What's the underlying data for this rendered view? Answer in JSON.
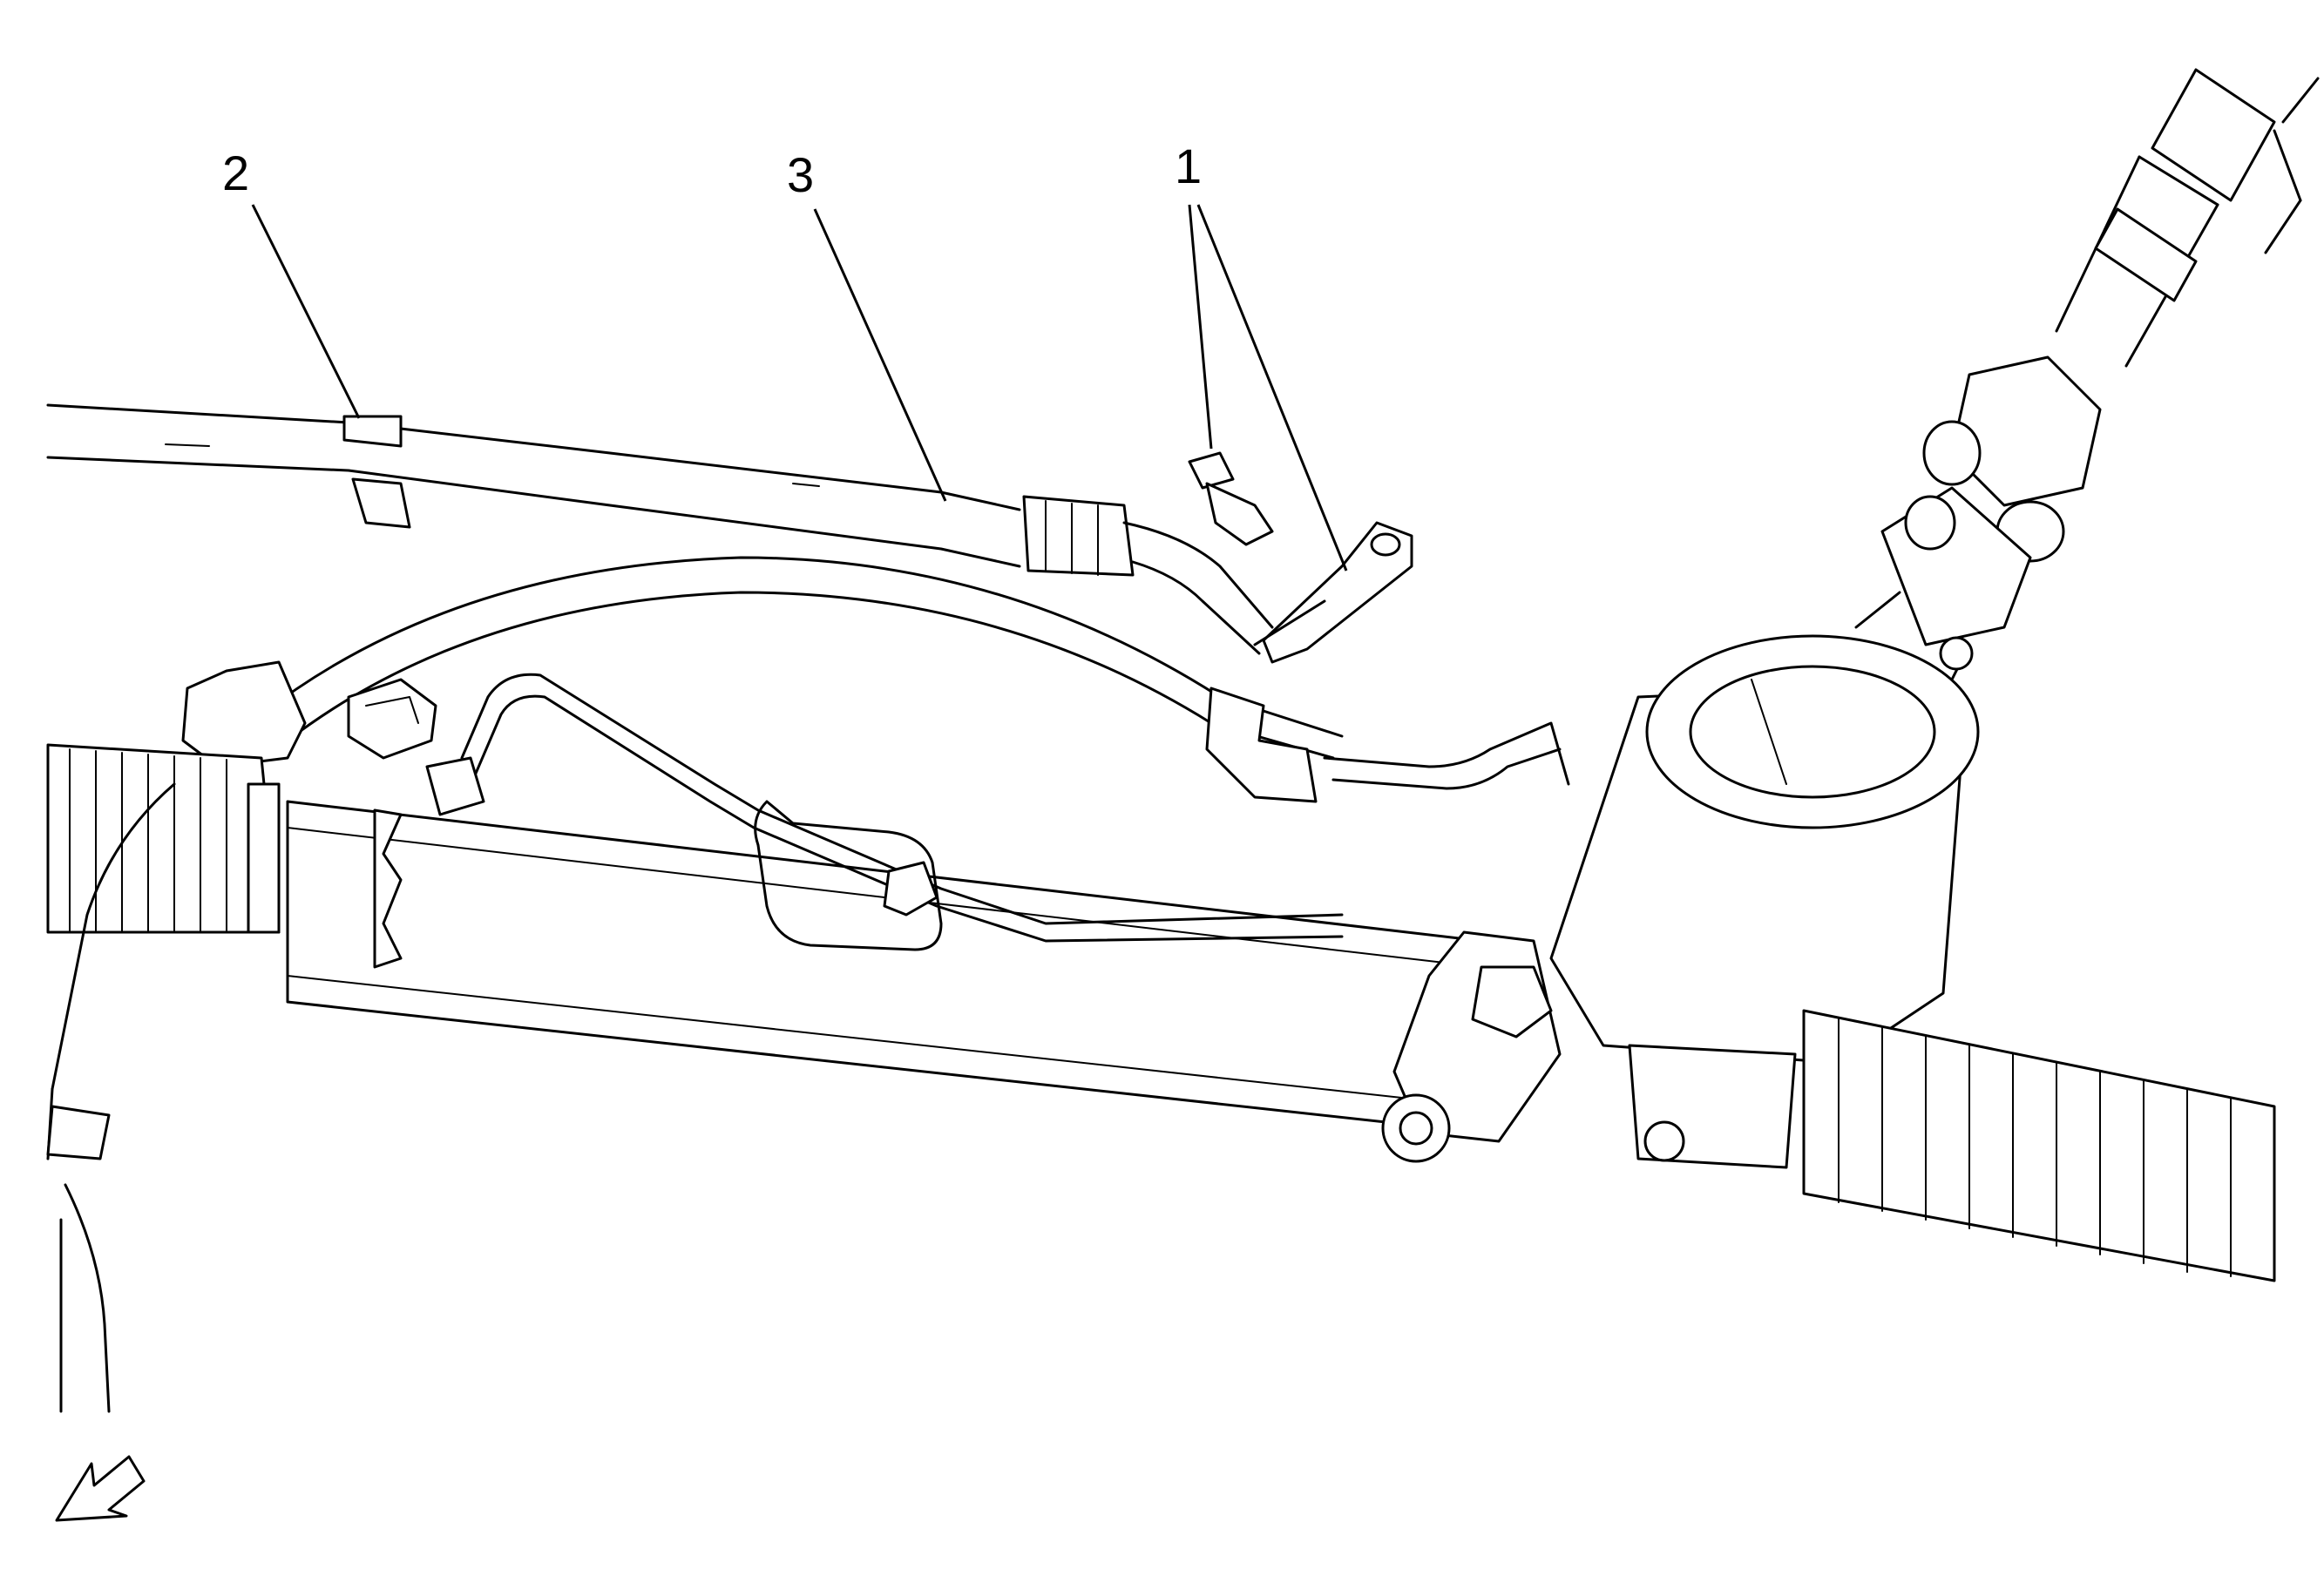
{
  "diagram": {
    "callouts": [
      {
        "id": "callout-1",
        "text": "1"
      },
      {
        "id": "callout-2",
        "text": "2"
      },
      {
        "id": "callout-3",
        "text": "3"
      }
    ],
    "direction_indicator": "front-arrow-icon"
  }
}
